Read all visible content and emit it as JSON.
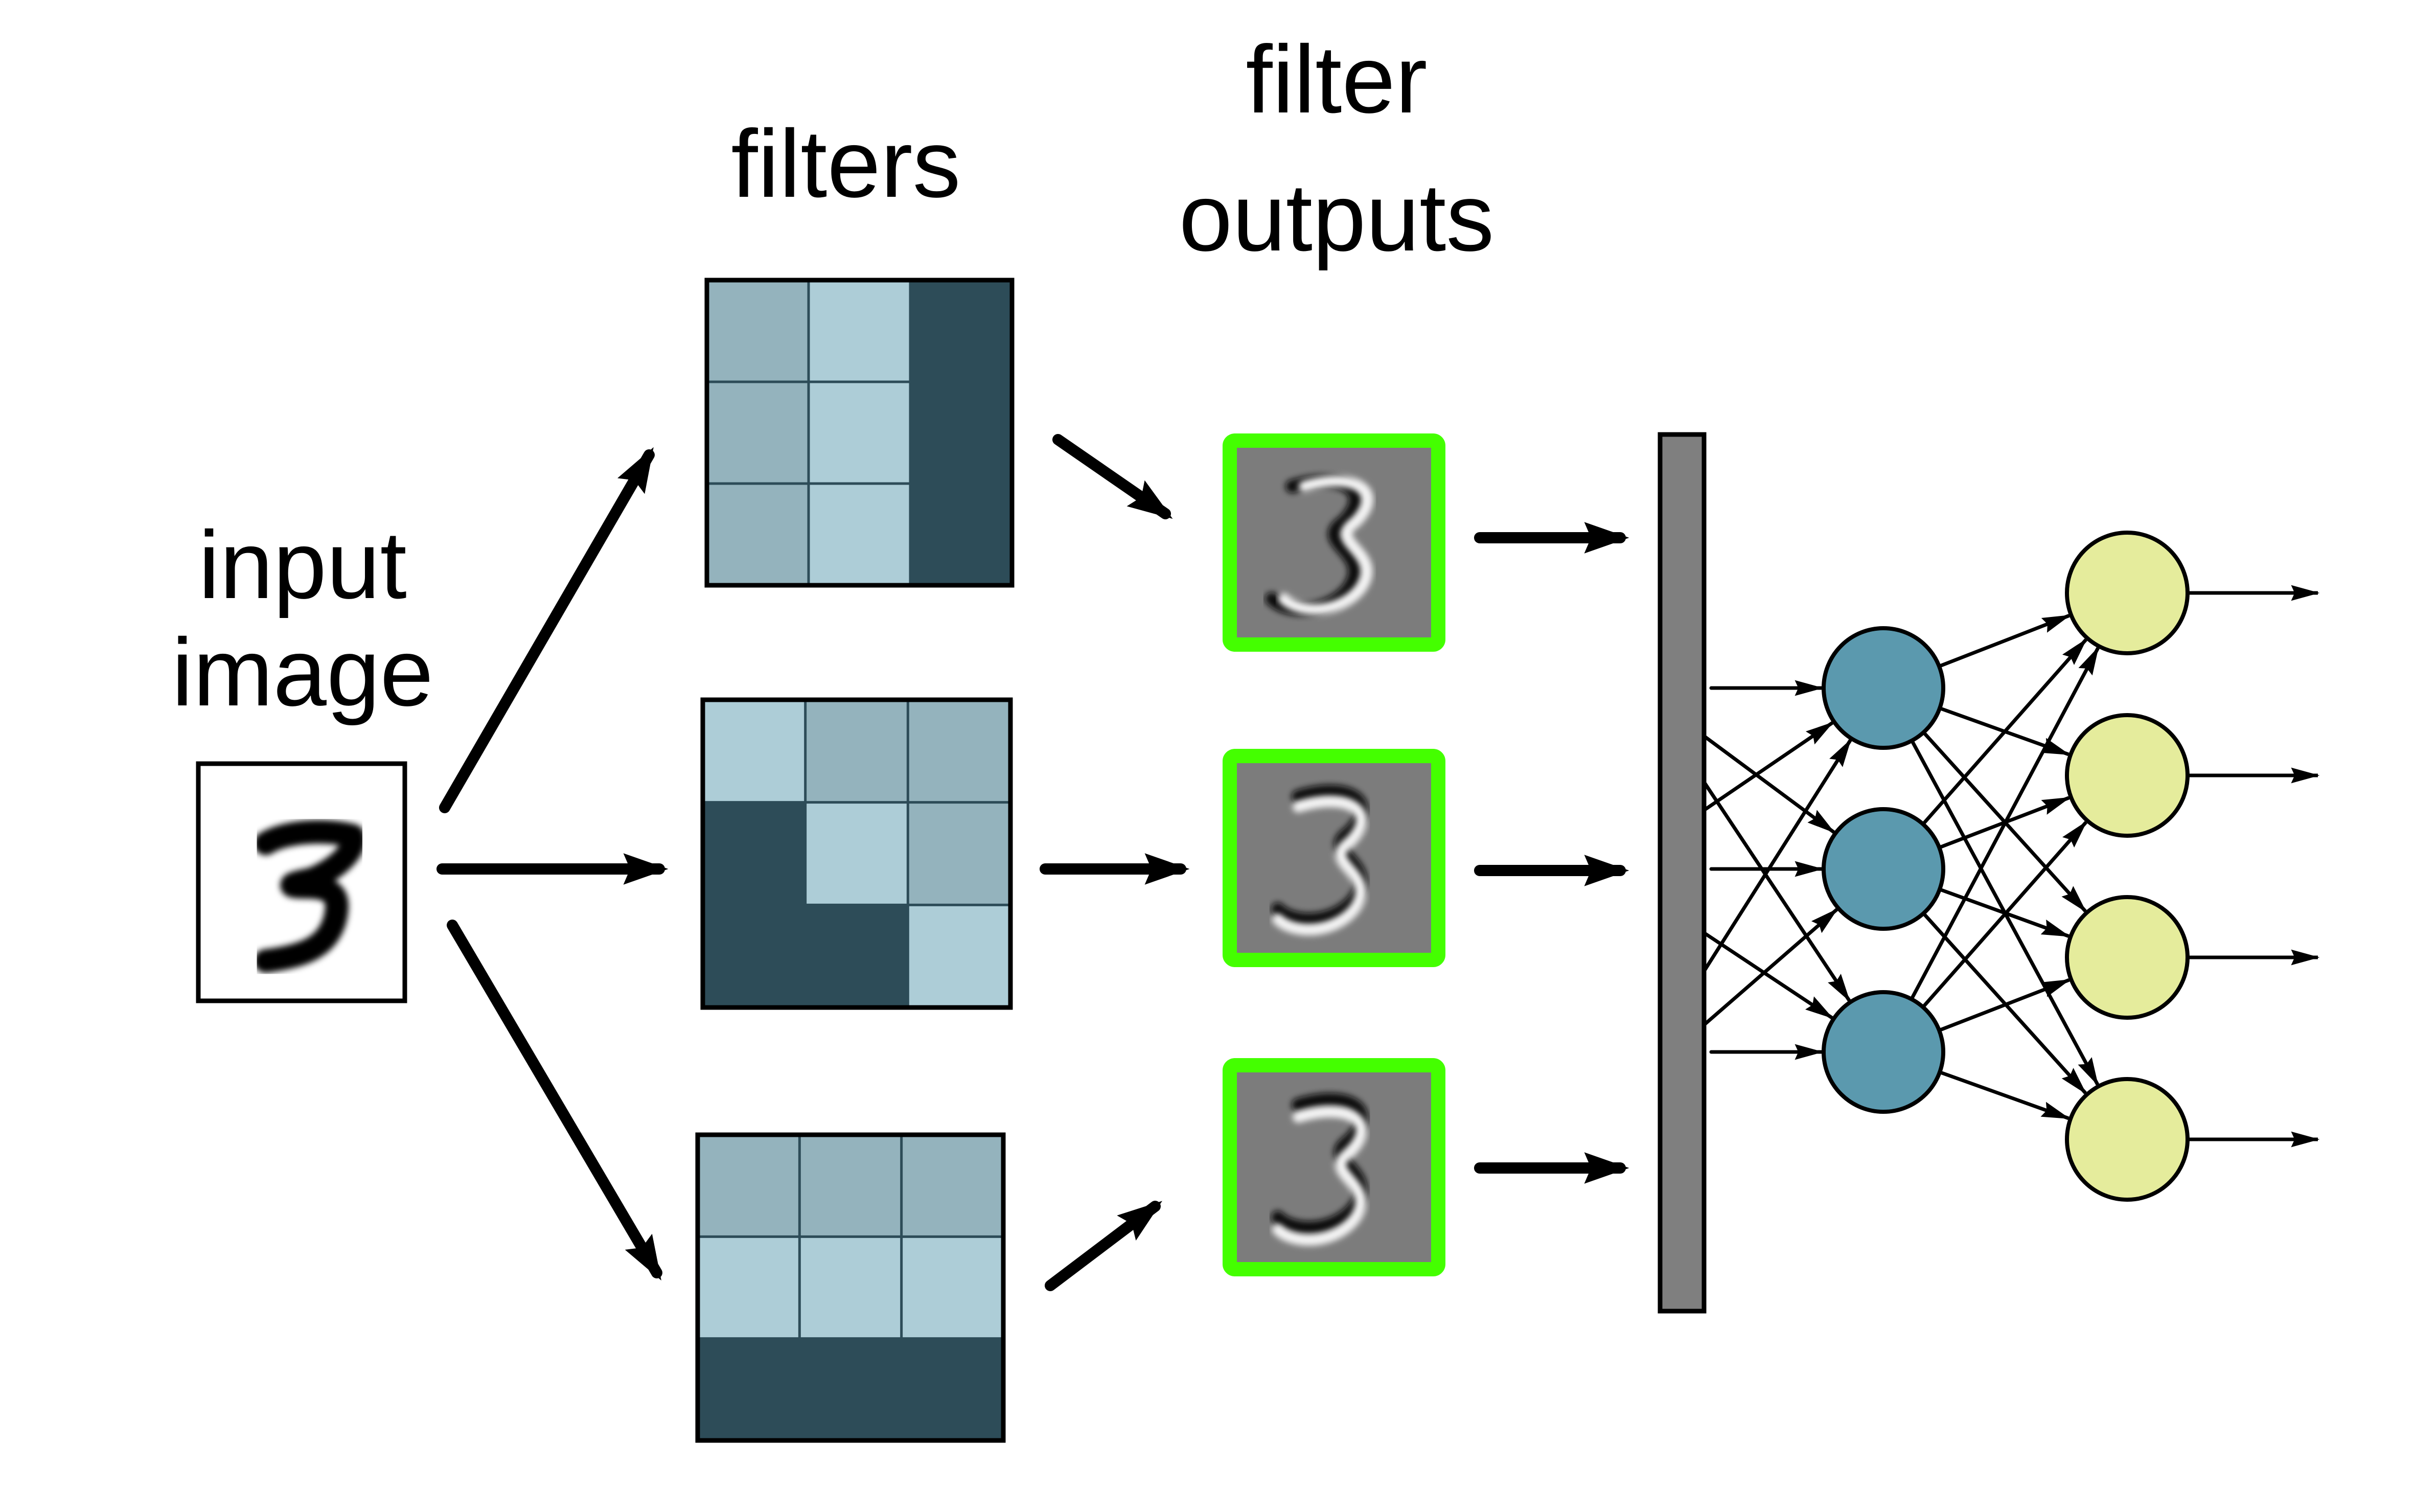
{
  "labels": {
    "input_image": [
      "input",
      "image"
    ],
    "filters": "filters",
    "filter_outputs": [
      "filter",
      "outputs"
    ]
  },
  "colors": {
    "filter_light": "#adcdd7",
    "filter_mid": "#94b3bd",
    "filter_dark": "#2d4c58",
    "output_border": "#44ff00",
    "output_bg": "#7c7c7c",
    "flatten_bar": "#7f7f7f",
    "hidden_node": "#5b99ae",
    "output_node": "#e5ec9c"
  },
  "filters": [
    {
      "name": "vertical-edge-filter",
      "grid": [
        [
          "M",
          "L",
          "D"
        ],
        [
          "M",
          "L",
          "D"
        ],
        [
          "M",
          "L",
          "D"
        ]
      ]
    },
    {
      "name": "diagonal-edge-filter",
      "grid": [
        [
          "L",
          "M",
          "M"
        ],
        [
          "D",
          "L",
          "M"
        ],
        [
          "D",
          "D",
          "L"
        ]
      ]
    },
    {
      "name": "horizontal-edge-filter",
      "grid": [
        [
          "M",
          "M",
          "M"
        ],
        [
          "L",
          "L",
          "L"
        ],
        [
          "D",
          "D",
          "D"
        ]
      ]
    }
  ],
  "input_digit": "3",
  "network": {
    "flatten_layer": 1,
    "hidden_nodes": 3,
    "output_nodes": 4
  }
}
